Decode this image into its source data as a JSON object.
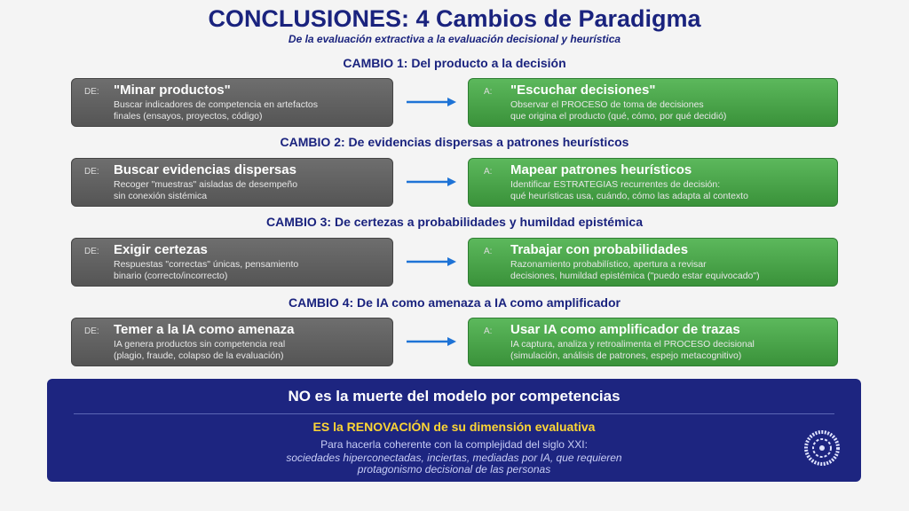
{
  "title": "CONCLUSIONES: 4 Cambios de Paradigma",
  "subtitle": "De la evaluación extractiva a la evaluación decisional y heurística",
  "changes": [
    {
      "heading": "CAMBIO 1: Del producto a la decisión",
      "from_label": "DE:",
      "from_title": "\"Minar productos\"",
      "from_l1": "Buscar indicadores de competencia en artefactos",
      "from_l2": "finales (ensayos, proyectos, código)",
      "to_label": "A:",
      "to_title": "\"Escuchar decisiones\"",
      "to_l1": "Observar el PROCESO de toma de decisiones",
      "to_l2": "que origina el producto (qué, cómo, por qué decidió)"
    },
    {
      "heading": "CAMBIO 2: De evidencias dispersas a patrones heurísticos",
      "from_label": "DE:",
      "from_title": "Buscar evidencias dispersas",
      "from_l1": "Recoger \"muestras\" aisladas de desempeño",
      "from_l2": "sin conexión sistémica",
      "to_label": "A:",
      "to_title": "Mapear patrones heurísticos",
      "to_l1": "Identificar ESTRATEGIAS recurrentes de decisión:",
      "to_l2": "qué heurísticas usa, cuándo, cómo las adapta al contexto"
    },
    {
      "heading": "CAMBIO 3: De certezas a probabilidades y humildad epistémica",
      "from_label": "DE:",
      "from_title": "Exigir certezas",
      "from_l1": "Respuestas \"correctas\" únicas, pensamiento",
      "from_l2": "binario (correcto/incorrecto)",
      "to_label": "A:",
      "to_title": "Trabajar con probabilidades",
      "to_l1": "Razonamiento probabilístico, apertura a revisar",
      "to_l2": "decisiones, humildad epistémica (\"puedo estar equivocado\")"
    },
    {
      "heading": "CAMBIO 4: De IA como amenaza a IA como amplificador",
      "from_label": "DE:",
      "from_title": "Temer a la IA como amenaza",
      "from_l1": "IA genera productos sin competencia real",
      "from_l2": "(plagio, fraude, colapso de la evaluación)",
      "to_label": "A:",
      "to_title": "Usar IA como amplificador de trazas",
      "to_l1": "IA captura, analiza y retroalimenta el PROCESO decisional",
      "to_l2": "(simulación, análisis de patrones, espejo metacognitivo)"
    }
  ],
  "conclusion": {
    "line1": "NO es la muerte del modelo por competencias",
    "line2": "ES la RENOVACIÓN de su dimensión evaluativa",
    "line3": "Para hacerla coherente con la complejidad del siglo XXI:",
    "line4": "sociedades hiperconectadas, inciertas, mediadas por IA, que requieren",
    "line5": "protagonismo decisional de las personas"
  }
}
